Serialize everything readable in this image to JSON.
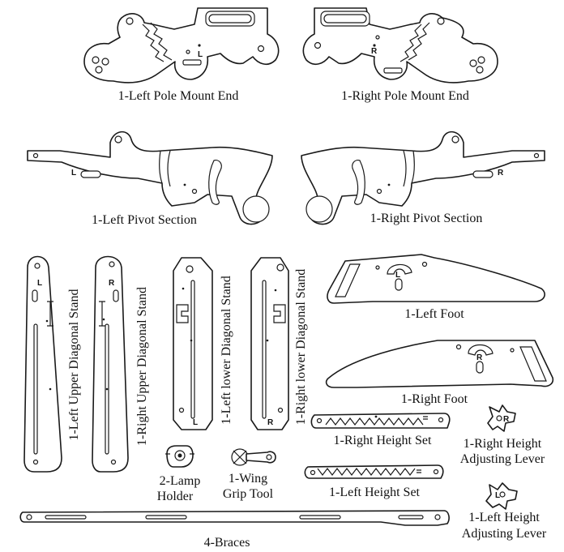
{
  "labels": {
    "left_pole_mount_end": "1-Left Pole Mount End",
    "right_pole_mount_end": "1-Right Pole Mount End",
    "left_pivot_section": "1-Left Pivot Section",
    "right_pivot_section": "1-Right Pivot Section",
    "left_upper_diagonal_stand": "1-Left Upper Diagonal Stand",
    "right_upper_diagonal_stand": "1-Right Upper Diagonal Stand",
    "left_lower_diagonal_stand": "1-Left lower Diagonal Stand",
    "right_lower_diagonal_stand": "1-Right lower Diagonal Stand",
    "left_foot": "1-Left Foot",
    "right_foot": "1-Right Foot",
    "right_height_set": "1-Right Height Set",
    "right_height_adjusting_lever_line1": "1-Right Height",
    "right_height_adjusting_lever_line2": "Adjusting Lever",
    "lamp_holder_line1": "2-Lamp",
    "lamp_holder_line2": "Holder",
    "wing_grip_tool_line1": "1-Wing",
    "wing_grip_tool_line2": "Grip Tool",
    "left_height_set": "1-Left Height Set",
    "left_height_adjusting_lever_line1": "1-Left Height",
    "left_height_adjusting_lever_line2": "Adjusting Lever",
    "braces": "4-Braces"
  },
  "marks": {
    "left": "L",
    "right": "R"
  }
}
